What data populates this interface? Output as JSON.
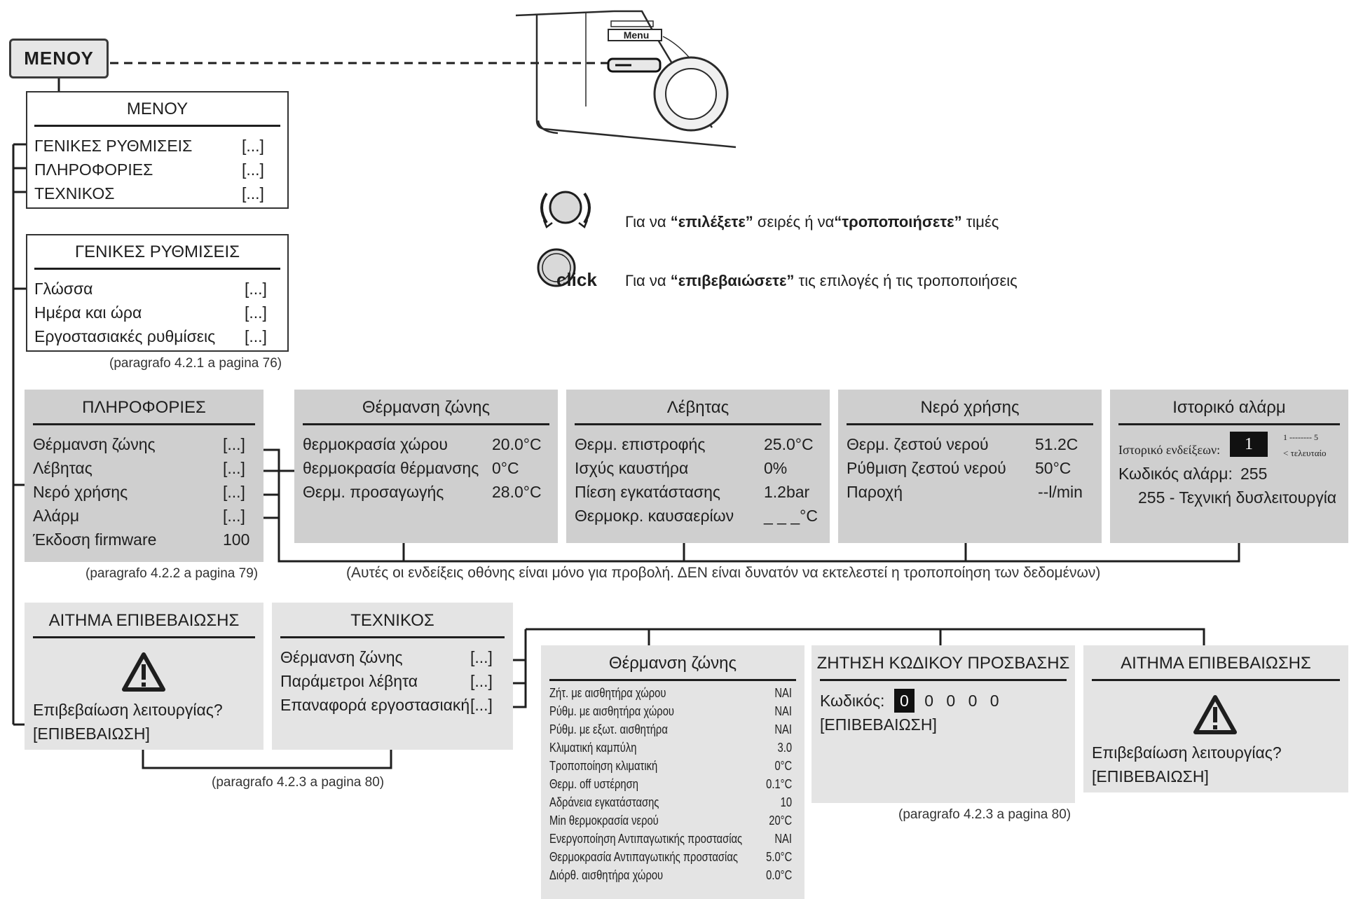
{
  "menu_button": {
    "label": "ΜΕΝΟΥ"
  },
  "device": {
    "menu_label": "Menu"
  },
  "legend": {
    "rotate": {
      "pre": "Για να ",
      "q1": "“επιλέξετε”",
      "mid": " σειρές ή να",
      "q2": "“τροποποιήσετε”",
      "post": " τιμές"
    },
    "click": {
      "icon_label": "click",
      "pre": "Για να ",
      "q": "“επιβεβαιώσετε”",
      "post": " τις επιλογές ή τις τροποποιήσεις"
    }
  },
  "main_menu": {
    "title": "ΜΕΝΟΥ",
    "items": [
      {
        "label": "ΓΕΝΙΚΕΣ ΡΥΘΜΙΣΕΙΣ",
        "value": "[...]"
      },
      {
        "label": "ΠΛΗΡΟΦΟΡΙΕΣ",
        "value": "[...]"
      },
      {
        "label": "ΤΕΧΝΙΚΟΣ",
        "value": "[...]"
      }
    ]
  },
  "general_settings": {
    "title": "ΓΕΝΙΚΕΣ ΡΥΘΜΙΣΕΙΣ",
    "items": [
      {
        "label": "Γλώσσα",
        "value": "[...]"
      },
      {
        "label": "Ημέρα και ώρα",
        "value": "[...]"
      },
      {
        "label": "Εργοστασιακές ρυθμίσεις",
        "value": "[...]"
      }
    ],
    "ref": "(paragrafo 4.2.1 a pagina 76)"
  },
  "info": {
    "title": "ΠΛΗΡΟΦΟΡΙΕΣ",
    "items": [
      {
        "label": "Θέρμανση ζώνης",
        "value": "[...]"
      },
      {
        "label": "Λέβητας",
        "value": "[...]"
      },
      {
        "label": "Νερό χρήσης",
        "value": "[...]"
      },
      {
        "label": "Αλάρμ",
        "value": "[...]"
      },
      {
        "label": "Έκδοση firmware",
        "value": "100"
      }
    ],
    "ref": "(paragrafo 4.2.2 a pagina 79)"
  },
  "zone_heating_info": {
    "title": "Θέρμανση ζώνης",
    "items": [
      {
        "label": "θερμοκρασία χώρου",
        "value": "20.0°C"
      },
      {
        "label": "θερμοκρασία θέρμανσης",
        "value": "0°C"
      },
      {
        "label": "Θερμ. προσαγωγής",
        "value": "28.0°C"
      }
    ]
  },
  "boiler_info": {
    "title": "Λέβητας",
    "items": [
      {
        "label": "Θερμ. επιστροφής",
        "value": "25.0°C"
      },
      {
        "label": "Ισχύς καυστήρα",
        "value": "0%"
      },
      {
        "label": "Πίεση εγκατάστασης",
        "value": "1.2bar"
      },
      {
        "label": "Θερμοκρ. καυσαερίων",
        "value": "_ _ _°C"
      }
    ]
  },
  "dhw_info": {
    "title": "Νερό χρήσης",
    "items": [
      {
        "label": "Θερμ. ζεστού νερού",
        "value": "51.2C"
      },
      {
        "label": "Ρύθμιση ζεστού νερού",
        "value": "50°C"
      },
      {
        "label": "Παροχή",
        "value": "--l/min"
      }
    ]
  },
  "alarm_history": {
    "title": "Ιστορικό αλάρμ",
    "index_label": "Ιστορικό ενδείξεων:",
    "index_value": "1",
    "range_label": "1 -------- 5",
    "latest_label": "< τελευταίο",
    "code_label": "Κωδικός αλάρμ:",
    "code_value": "255",
    "description": "255 - Τεχνική δυσλειτουργία"
  },
  "info_note": "(Αυτές οι ενδείξεις οθόνης είναι μόνο για προβολή. ΔΕΝ είναι δυνατόν να εκτελεστεί η τροποποίηση των δεδομένων)",
  "confirm_request_1": {
    "title": "ΑΙΤΗΜΑ ΕΠΙΒΕΒΑΙΩΣΗΣ",
    "question": "Επιβεβαίωση λειτουργίας?",
    "action": "[ΕΠΙΒΕΒΑΙΩΣΗ]"
  },
  "technician": {
    "title": "ΤΕΧΝΙΚΟΣ",
    "items": [
      {
        "label": "Θέρμανση ζώνης",
        "value": "[...]"
      },
      {
        "label": "Παράμετροι λέβητα",
        "value": "[...]"
      },
      {
        "label": "Επαναφορά εργοστασιακή",
        "value": "[...]"
      }
    ],
    "ref": "(paragrafo 4.2.3 a pagina 80)"
  },
  "zone_heating_tech": {
    "title": "Θέρμανση ζώνης",
    "items": [
      {
        "label": "Ζήτ. με αισθητήρα χώρου",
        "value": "NAI"
      },
      {
        "label": "Ρύθμ. με αισθητήρα χώρου",
        "value": "NAI"
      },
      {
        "label": "Ρύθμ. με εξωτ. αισθητήρα",
        "value": "NAI"
      },
      {
        "label": "Κλιματική καμπύλη",
        "value": "3.0"
      },
      {
        "label": "Τροποποίηση κλιματική",
        "value": "0°C"
      },
      {
        "label": "Θερμ. off υστέρηση",
        "value": "0.1°C"
      },
      {
        "label": "Αδράνεια εγκατάστασης",
        "value": "10"
      },
      {
        "label": "Min θερμοκρασία νερού",
        "value": "20°C"
      },
      {
        "label": "Ενεργοποίηση Αντιπαγωτικής προστασίας",
        "value": "NAI"
      },
      {
        "label": "Θερμοκρασία Αντιπαγωτικής προστασίας",
        "value": "5.0°C"
      },
      {
        "label": "Διόρθ. αισθητήρα χώρου",
        "value": "0.0°C"
      }
    ]
  },
  "access_code": {
    "title": "ΖΗΤΗΣΗ ΚΩΔΙΚΟΥ ΠΡΟΣΒΑΣΗΣ",
    "code_label": "Κωδικός:",
    "digits": [
      "0",
      "0",
      "0",
      "0",
      "0"
    ],
    "action": "[ΕΠΙΒΕΒΑΙΩΣΗ]",
    "ref": "(paragrafo 4.2.3 a pagina 80)"
  },
  "confirm_request_2": {
    "title": "ΑΙΤΗΜΑ ΕΠΙΒΕΒΑΙΩΣΗΣ",
    "question": "Επιβεβαίωση λειτουργίας?",
    "action": "[ΕΠΙΒΕΒΑΙΩΣΗ]"
  }
}
